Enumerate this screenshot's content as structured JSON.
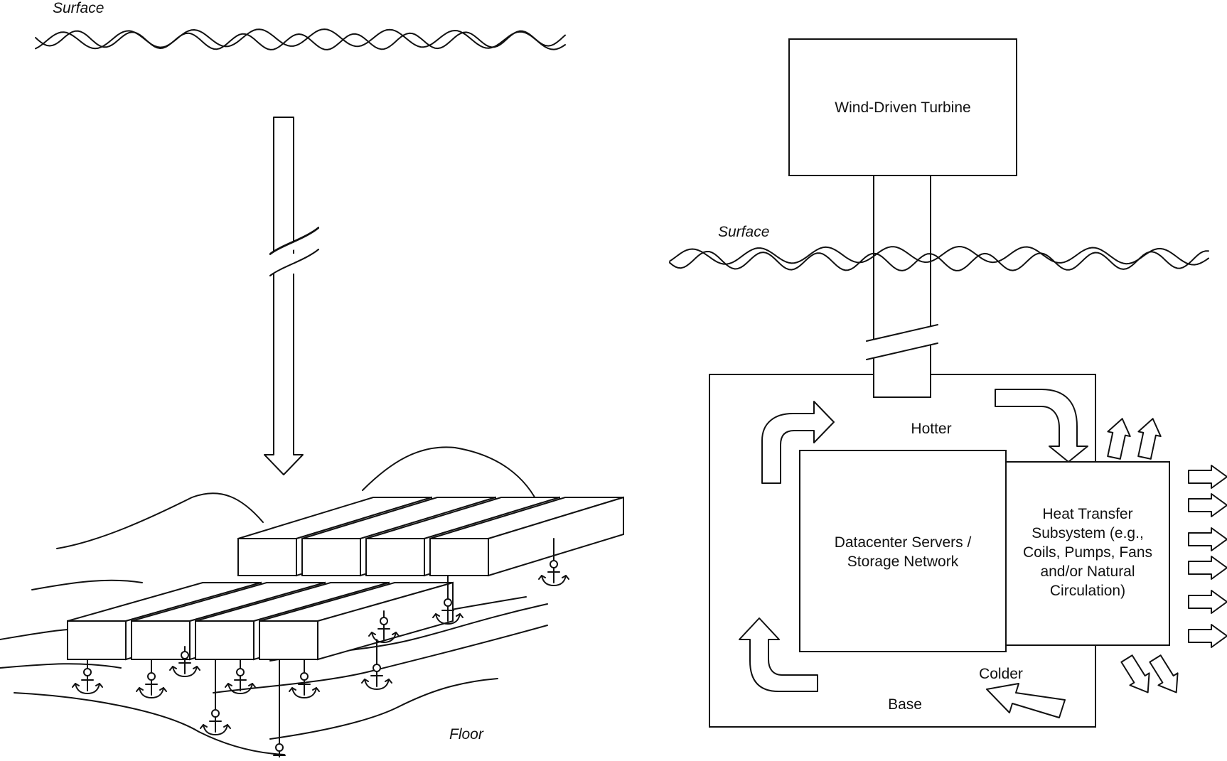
{
  "labels": {
    "left_surface": "Surface",
    "left_floor": "Floor",
    "right_surface": "Surface",
    "turbine": "Wind-Driven Turbine",
    "hotter": "Hotter",
    "colder": "Colder",
    "base": "Base",
    "servers": [
      "Datacenter Servers /",
      "Storage Network"
    ],
    "heat_transfer": [
      "Heat Transfer",
      "Subsystem (e.g.,",
      "Coils, Pumps, Fans",
      "and/or Natural",
      "Circulation)"
    ]
  }
}
